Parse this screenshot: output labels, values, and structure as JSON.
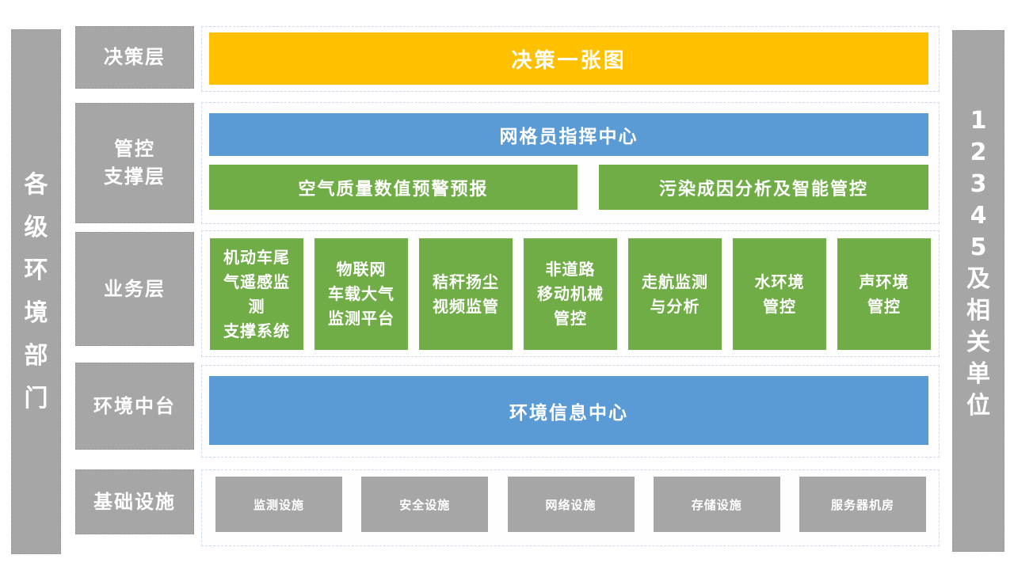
{
  "theme": {
    "gray": "#a6a6a6",
    "orange": "#ffc000",
    "blue": "#5b9bd5",
    "green": "#70ad47",
    "panel_border": "#ccd9e6",
    "text": "#ffffff"
  },
  "left_sidebar": {
    "label": "各\n级\n环\n境\n部\n门"
  },
  "right_sidebar": {
    "label": "1\n2\n3\n4\n5\n及\n相\n关\n单\n位"
  },
  "layers": {
    "decision": {
      "label": "决策层",
      "item": "决策一张图"
    },
    "control": {
      "label": "管控\n支撑层",
      "command_center": "网格员指挥中心",
      "items": [
        "空气质量数值预警预报",
        "污染成因分析及智能管控"
      ]
    },
    "business": {
      "label": "业务层",
      "items": [
        "机动车尾\n气遥感监\n测\n支撑系统",
        "物联网\n车载大气\n监测平台",
        "秸秆扬尘\n视频监管",
        "非道路\n移动机械\n管控",
        "走航监测\n与分析",
        "水环境\n管控",
        "声环境\n管控"
      ]
    },
    "platform": {
      "label": "环境中台",
      "item": "环境信息中心"
    },
    "infrastructure": {
      "label": "基础设施",
      "items": [
        "监测设施",
        "安全设施",
        "网络设施",
        "存储设施",
        "服务器机房"
      ]
    }
  }
}
